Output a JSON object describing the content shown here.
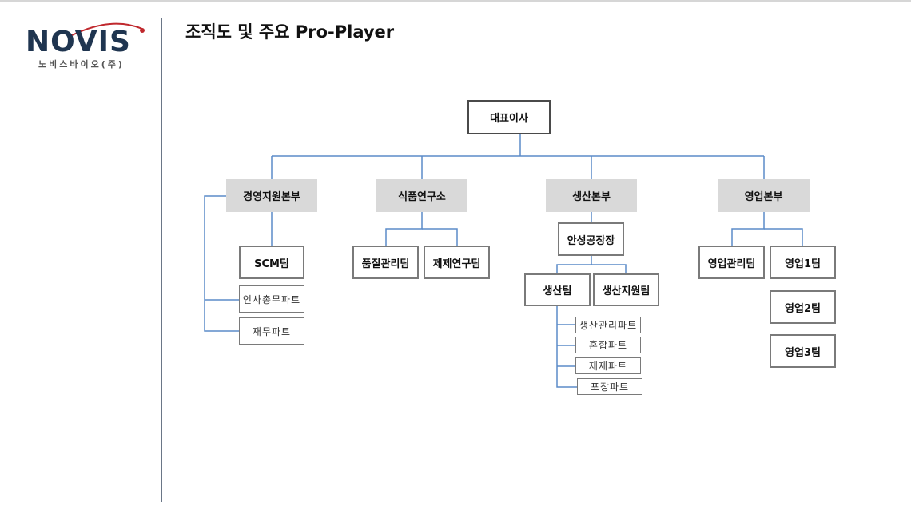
{
  "header": {
    "logo": {
      "brand": "NOVIS",
      "subtitle": "노비스바이오(주)",
      "accent_color": "#c0282d",
      "brand_color": "#1f3550"
    },
    "title": "조직도 및 주요 Pro-Player"
  },
  "org": {
    "ceo": "대표이사",
    "divisions": [
      {
        "name": "경영지원본부",
        "teams": [
          "SCM팀"
        ],
        "parts": [
          "인사총무파트",
          "재무파트"
        ]
      },
      {
        "name": "식품연구소",
        "teams": [
          "품질관리팀",
          "제제연구팀"
        ]
      },
      {
        "name": "생산본부",
        "plant": "안성공장장",
        "teams": [
          "생산팀",
          "생산지원팀"
        ],
        "parts": [
          "생산관리파트",
          "혼합파트",
          "제제파트",
          "포장파트"
        ]
      },
      {
        "name": "영업본부",
        "teams": [
          "영업관리팀",
          "영업1팀",
          "영업2팀",
          "영업3팀"
        ]
      }
    ]
  },
  "colors": {
    "connector": "#5b8bc9",
    "division_fill": "#d9d9d9",
    "divider": "#6a7687"
  }
}
